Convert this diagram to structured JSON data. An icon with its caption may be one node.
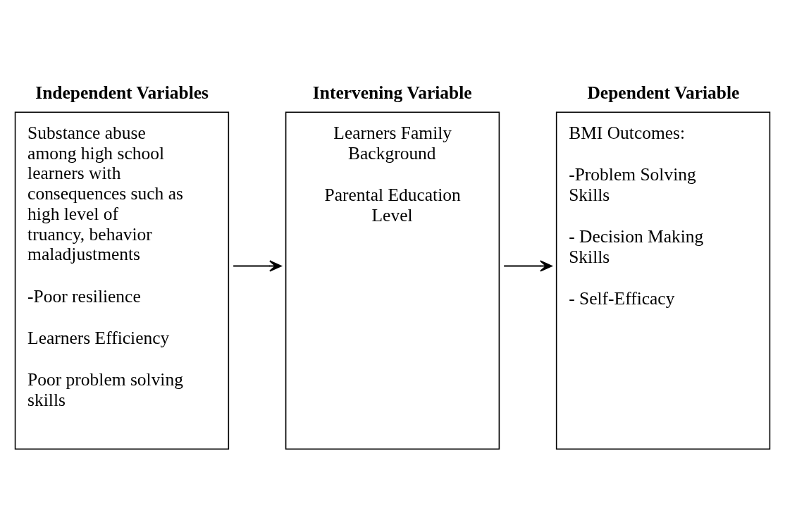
{
  "diagram": {
    "nodes": [
      {
        "text": [
          "Independent Variables",
          "Substance abuse among high school learners with consequences such as high level of truancy, behavior maladjustments",
          "-Poor resilience",
          "Learners Efficiency",
          "Poor problem solving skills"
        ]
      },
      {
        "text": [
          "Intervening Variable",
          "Learners Family Background",
          "Parental Education Level"
        ]
      },
      {
        "text": [
          "Dependent Variable",
          "BMI Outcomes:",
          "-Problem Solving Skills",
          "- Decision Making Skills",
          "- Self-Efficacy"
        ]
      }
    ],
    "edges": [
      {
        "from": 0,
        "to": 1,
        "arrow": "to"
      },
      {
        "from": 1,
        "to": 2,
        "arrow": "to"
      }
    ]
  }
}
